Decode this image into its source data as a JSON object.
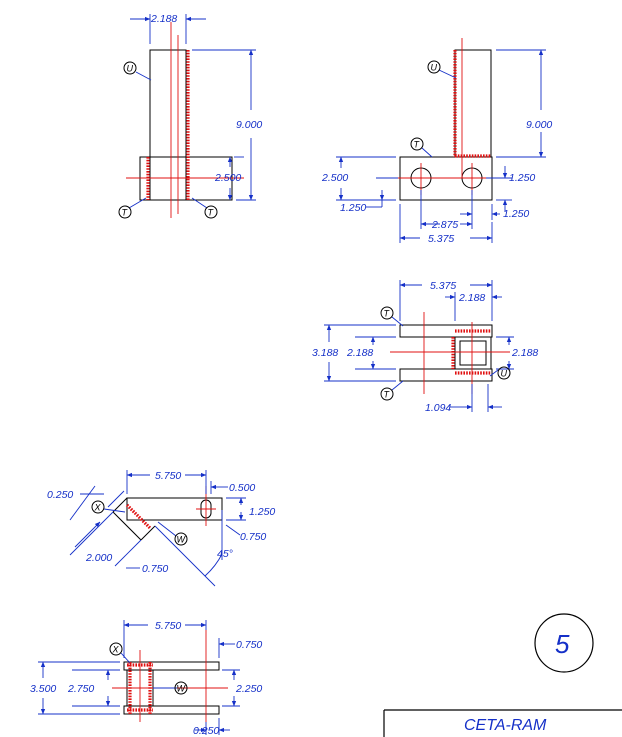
{
  "drawing": {
    "sheet_number": "5",
    "title_block": "CETA-RAM"
  },
  "view_side": {
    "dims": [
      "2.188",
      "9.000",
      "2.500"
    ],
    "labels": [
      "U",
      "T",
      "T"
    ]
  },
  "view_front": {
    "dims": [
      "9.000",
      "2.500",
      "1.250",
      "1.250",
      "2.875",
      "1.250",
      "5.375"
    ],
    "labels": [
      "U",
      "T"
    ]
  },
  "view_top": {
    "dims": [
      "5.375",
      "2.188",
      "3.188",
      "2.188",
      "2.188",
      "1.094"
    ],
    "labels": [
      "T",
      "T",
      "U"
    ]
  },
  "view_angle": {
    "dims": [
      "5.750",
      "0.500",
      "0.250",
      "1.250",
      "0.750",
      "2.000",
      "0.750",
      "45°"
    ],
    "labels": [
      "X",
      "W"
    ]
  },
  "view_bottom": {
    "dims": [
      "5.750",
      "0.750",
      "3.500",
      "2.750",
      "2.250",
      "0.250"
    ],
    "labels": [
      "X",
      "W"
    ]
  },
  "colors": {
    "dimension": "#1530c8",
    "weld_centerline": "#e01010",
    "object": "#000000"
  }
}
